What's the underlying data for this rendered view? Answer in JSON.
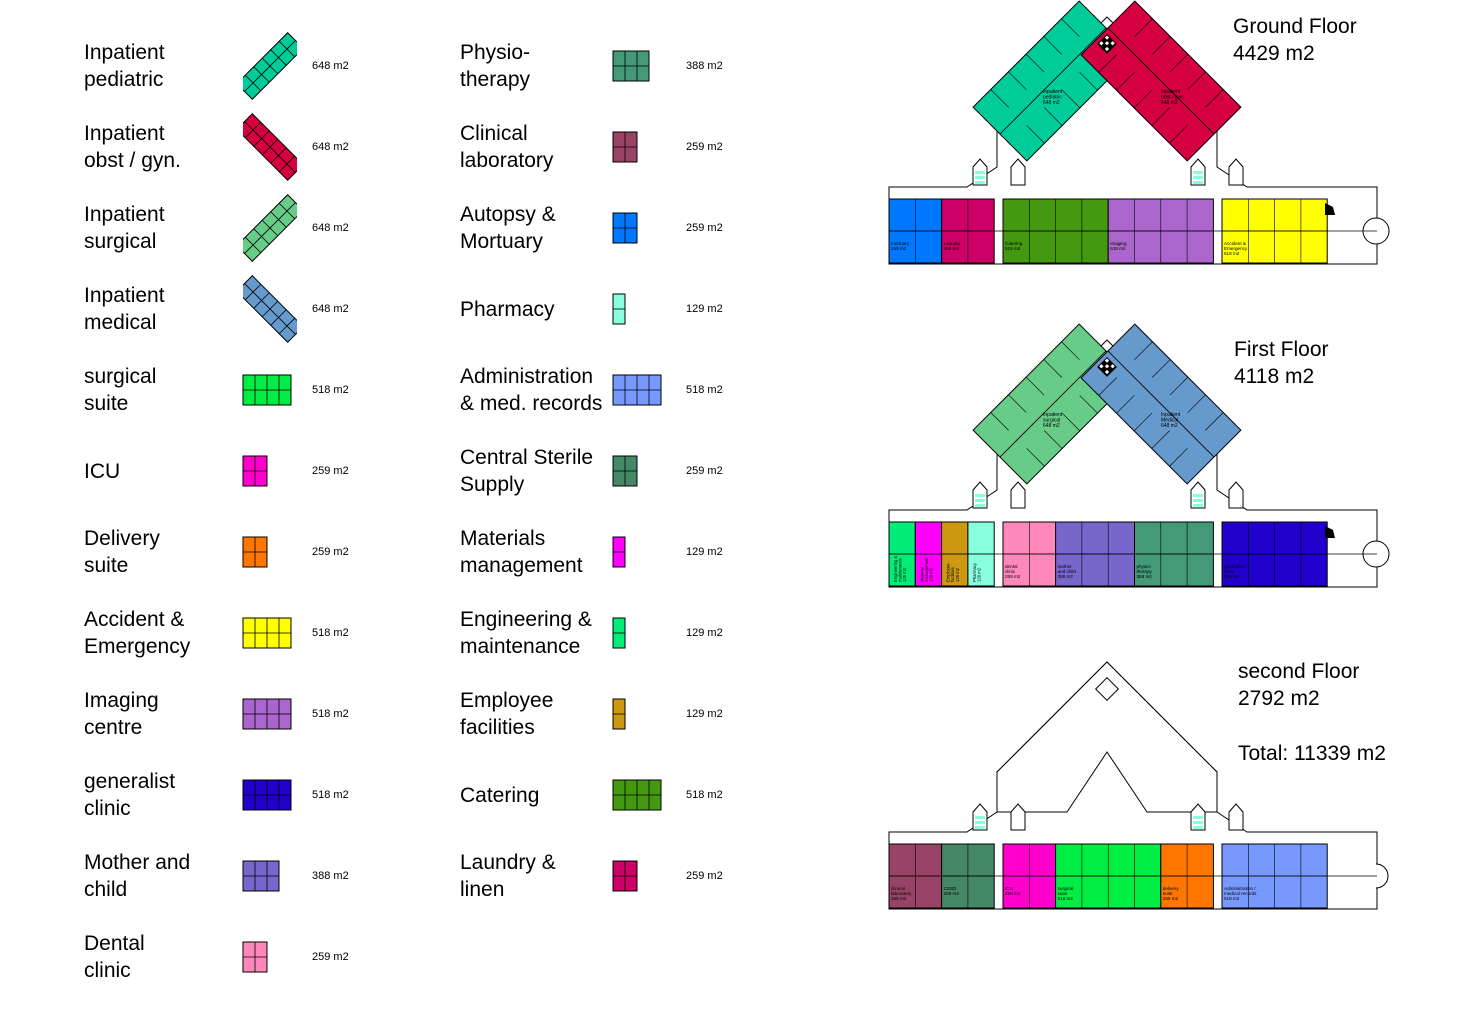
{
  "legend_left": [
    {
      "label": "Inpatient\npediatric",
      "area": "648 m2",
      "color": "#00cc99",
      "shape": "wing-r"
    },
    {
      "label": "Inpatient\nobst / gyn.",
      "area": "648 m2",
      "color": "#d40040",
      "shape": "wing-l"
    },
    {
      "label": "Inpatient\nsurgical",
      "area": "648 m2",
      "color": "#66cc88",
      "shape": "wing-r"
    },
    {
      "label": "Inpatient\nmedical",
      "area": "648 m2",
      "color": "#6699cc",
      "shape": "wing-l"
    },
    {
      "label": "surgical\nsuite",
      "area": "518 m2",
      "color": "#00ee44",
      "shape": "grid4"
    },
    {
      "label": "ICU",
      "area": "259 m2",
      "color": "#ff00cc",
      "shape": "grid2"
    },
    {
      "label": "Delivery\nsuite",
      "area": "259 m2",
      "color": "#ff7700",
      "shape": "grid2"
    },
    {
      "label": "Accident &\nEmergency",
      "area": "518 m2",
      "color": "#ffff00",
      "shape": "grid4"
    },
    {
      "label": "Imaging\ncentre",
      "area": "518 m2",
      "color": "#aa66cc",
      "shape": "grid4"
    },
    {
      "label": "generalist\nclinic",
      "area": "518 m2",
      "color": "#2200cc",
      "shape": "grid4"
    },
    {
      "label": "Mother and\nchild",
      "area": "388 m2",
      "color": "#7766cc",
      "shape": "grid3"
    },
    {
      "label": "Dental\nclinic",
      "area": "259 m2",
      "color": "#ff88bb",
      "shape": "grid2"
    }
  ],
  "legend_right": [
    {
      "label": "Physio-\ntherapy",
      "area": "388 m2",
      "color": "#449977",
      "shape": "grid3"
    },
    {
      "label": "Clinical\nlaboratory",
      "area": "259 m2",
      "color": "#994466",
      "shape": "grid2"
    },
    {
      "label": "Autopsy &\nMortuary",
      "area": "259 m2",
      "color": "#0077ff",
      "shape": "grid2"
    },
    {
      "label": "Pharmacy",
      "area": "129 m2",
      "color": "#88ffdd",
      "shape": "grid1"
    },
    {
      "label": "Administration\n& med. records",
      "area": "518 m2",
      "color": "#7799ff",
      "shape": "grid4"
    },
    {
      "label": "Central Sterile\nSupply",
      "area": "259 m2",
      "color": "#448866",
      "shape": "grid2"
    },
    {
      "label": "Materials\nmanagement",
      "area": "129 m2",
      "color": "#ff00ff",
      "shape": "grid1"
    },
    {
      "label": "Engineering &\nmaintenance",
      "area": "129 m2",
      "color": "#00ee77",
      "shape": "grid1"
    },
    {
      "label": "Employee\nfacilities",
      "area": "129 m2",
      "color": "#cc9911",
      "shape": "grid1"
    },
    {
      "label": "Catering",
      "area": "518 m2",
      "color": "#449911",
      "shape": "grid4"
    },
    {
      "label": "Laundry &\nlinen",
      "area": "259 m2",
      "color": "#cc0066",
      "shape": "grid2"
    }
  ],
  "floors": [
    {
      "title": "Ground Floor",
      "area": "4429 m2",
      "left_wing": {
        "color": "#00cc99",
        "label": "Inpatient\npediatric\n648 m2"
      },
      "right_wing": {
        "color": "#d40040",
        "label": "Inpatient\nobst / gyn.\n648 m2"
      },
      "units": [
        {
          "label": "mortuary\n259 m2",
          "color": "#0077ff",
          "cols": 2
        },
        {
          "label": "Laundry\n259 m2",
          "color": "#cc0066",
          "cols": 2
        },
        {
          "label": "Catering\n518 m2",
          "color": "#449911",
          "cols": 4
        },
        {
          "label": "Imaging\n518 m2",
          "color": "#aa66cc",
          "cols": 4
        },
        {
          "label": "Accident &\nEmergency\n518 m2",
          "color": "#ffff00",
          "cols": 4
        }
      ]
    },
    {
      "title": "First Floor",
      "area": "4118 m2",
      "left_wing": {
        "color": "#66cc88",
        "label": "Inpatient\nsurgical\n648 m2"
      },
      "right_wing": {
        "color": "#6699cc",
        "label": "Inpatient\nMedical\n648 m2"
      },
      "units": [
        {
          "label": "Engineering &\nmaintenance\n129 m2",
          "color": "#00ee77",
          "cols": 1,
          "vertical": true
        },
        {
          "label": "Material\nmanagement\n129 m2",
          "color": "#ff00ff",
          "cols": 1,
          "vertical": true
        },
        {
          "label": "Employee\nfacilities\n129 m2",
          "color": "#cc9911",
          "cols": 1,
          "vertical": true
        },
        {
          "label": "Pharmacy\n129 m2",
          "color": "#88ffdd",
          "cols": 1,
          "vertical": true
        },
        {
          "label": "dental\nclinic\n259 m2",
          "color": "#ff88bb",
          "cols": 2
        },
        {
          "label": "mother\nand child\n388 m2",
          "color": "#7766cc",
          "cols": 3
        },
        {
          "label": "physio-\ntherapy\n388 m2",
          "color": "#449977",
          "cols": 3
        },
        {
          "label": "generalist\nclinic\n518 m2",
          "color": "#2200cc",
          "cols": 4
        }
      ]
    },
    {
      "title": "second Floor",
      "area": "2792 m2",
      "total": "Total: 11339 m2",
      "units": [
        {
          "label": "clinical\nlaboratory\n259 m2",
          "color": "#994466",
          "cols": 2
        },
        {
          "label": "CSSD\n259 m2",
          "color": "#448866",
          "cols": 2
        },
        {
          "label": "ICU\n259 m2",
          "color": "#ff00cc",
          "cols": 2
        },
        {
          "label": "surgical\nsuite\n518 m2",
          "color": "#00ee44",
          "cols": 4
        },
        {
          "label": "delivery\nsuite\n259 m2",
          "color": "#ff7700",
          "cols": 2
        },
        {
          "label": "Administration /\nmedical records\n518 m2",
          "color": "#7799ff",
          "cols": 4
        }
      ]
    }
  ]
}
